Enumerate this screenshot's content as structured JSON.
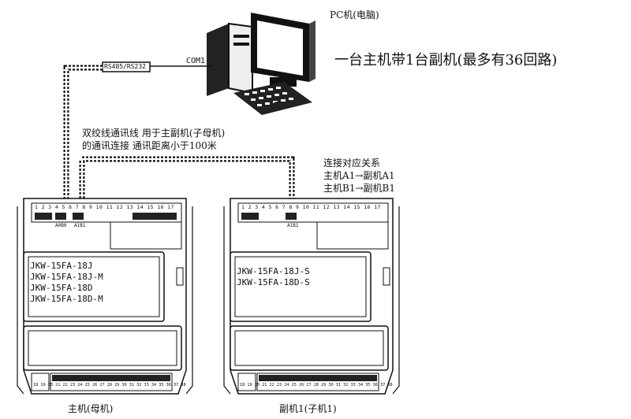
{
  "pc": {
    "label": "PC机(电脑)",
    "port": "COM1"
  },
  "converter": {
    "label": "RS485/RS232"
  },
  "headline": "一台主机带1台副机(最多有36回路)",
  "cable_note": {
    "line1": "双绞线通讯线 用于主副机(子母机)",
    "line2": "的通讯连接 通讯距离小于100米"
  },
  "mapping": {
    "title": "连接对应关系",
    "line1": "主机A1→副机A1",
    "line2": "主机B1→副机B1"
  },
  "master": {
    "caption": "主机(母机)",
    "models": [
      "JKW-15FA-18J",
      "JKW-15FA-18J-M",
      "JKW-15FA-18D",
      "JKW-15FA-18D-M"
    ],
    "top_terminals": [
      "1",
      "2",
      "3",
      "4",
      "5",
      "6",
      "7",
      "8",
      "9",
      "10",
      "11",
      "12",
      "13",
      "14",
      "15",
      "16",
      "17"
    ],
    "top_labels": [
      "A0B0",
      "A1B1"
    ],
    "bottom_terminals": "18 19   20 21 22 23 24 25 26 27 28   29 30 31 32 33 34 35 36 37 38"
  },
  "slave": {
    "caption": "副机1(子机1)",
    "models": [
      "JKW-15FA-18J-S",
      "JKW-15FA-18D-S"
    ],
    "top_terminals": [
      "1",
      "2",
      "3",
      "4",
      "5",
      "6",
      "7",
      "8",
      "9",
      "10",
      "11",
      "12",
      "13",
      "14",
      "15",
      "16",
      "17"
    ],
    "top_labels": [
      "A1B1"
    ],
    "bottom_terminals": "18 19   20 21 22 23 24 25 26 27 28   29 30 31 32 33 34 35 36 37 38"
  }
}
